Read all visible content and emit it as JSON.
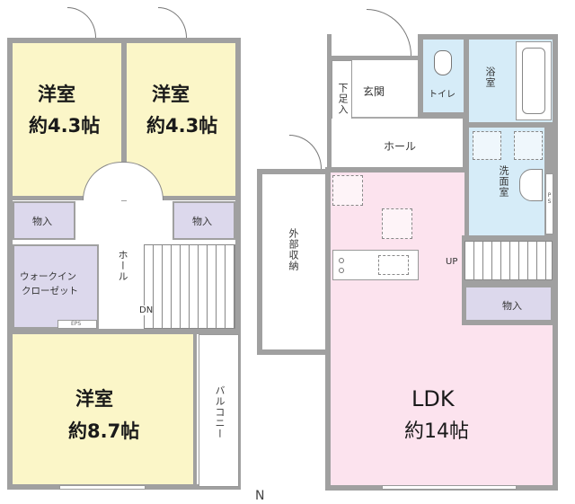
{
  "upper_floor": {
    "bedroom_1": {
      "label": "洋室",
      "size": "約4.3帖"
    },
    "bedroom_2": {
      "label": "洋室",
      "size": "約4.3帖"
    },
    "storage_left": "物入",
    "storage_right": "物入",
    "hall": "ホール",
    "walk_in_closet": {
      "line1": "ウォークイン",
      "line2": "クローゼット"
    },
    "eps": "EPS",
    "stairs_label": "DN",
    "bedroom_3": {
      "label": "洋室",
      "size": "約8.7帖"
    },
    "balcony": "バルコニー"
  },
  "lower_floor": {
    "shoe_storage": "下足入",
    "entrance": "玄関",
    "toilet": "トイレ",
    "bath": "浴室",
    "hall": "ホール",
    "washroom": "洗面室",
    "ps": "PS",
    "outdoor_storage": "外部収納",
    "stairs_label": "UP",
    "storage": "物入",
    "ldk": {
      "label": "LDK",
      "size": "約14帖"
    }
  },
  "compass": "N",
  "colors": {
    "western_room": "#fbf6c8",
    "ldk": "#fce3ee",
    "wet_area": "#d6ecf8",
    "storage": "#dcd8ec",
    "wall": "#a0a0a0"
  }
}
